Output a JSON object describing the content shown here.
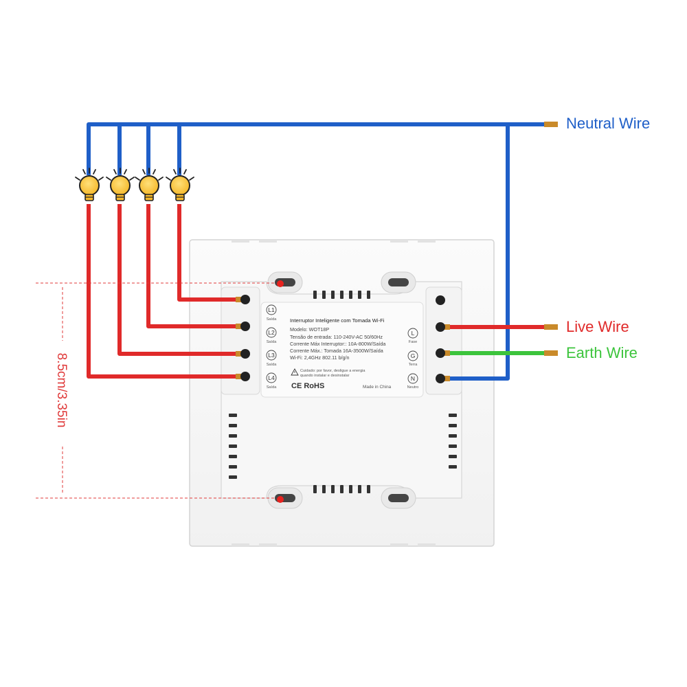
{
  "labels": {
    "neutral": "Neutral Wire",
    "live": "Live Wire",
    "earth": "Earth Wire",
    "dimension": "8.5cm/3.35in"
  },
  "colors": {
    "neutral": "#1f5fc8",
    "live": "#e02a2a",
    "earth": "#3cc43c",
    "dimension": "#e03a3a"
  },
  "device": {
    "title": "Interruptor Inteligente com Tomada Wi-Fi",
    "specs": [
      "Modelo: WOT18P",
      "Tensão de entrada: 110-240V-AC 50/60Hz",
      "Corrente Máx Interruptor:: 10A-800W/Saída",
      "Corrente Máx.: Tomada 16A-3500W/Saída",
      "Wi-Fi: 2,4GHz 802.11 b/g/n"
    ],
    "warning_lines": [
      "Cuidado: por favor, desligue a energia",
      "quando instalar e desinstalar"
    ],
    "marks": "CE RoHS",
    "origin": "Made in China",
    "left_terminals": [
      {
        "letter": "L1",
        "label": "Saída"
      },
      {
        "letter": "L2",
        "label": "Saída"
      },
      {
        "letter": "L3",
        "label": "Saída"
      },
      {
        "letter": "L4",
        "label": "Saída"
      }
    ],
    "right_terminals": [
      {
        "letter": "L",
        "label": "Fase"
      },
      {
        "letter": "G",
        "label": "Terra"
      },
      {
        "letter": "N",
        "label": "Neutro"
      }
    ]
  }
}
